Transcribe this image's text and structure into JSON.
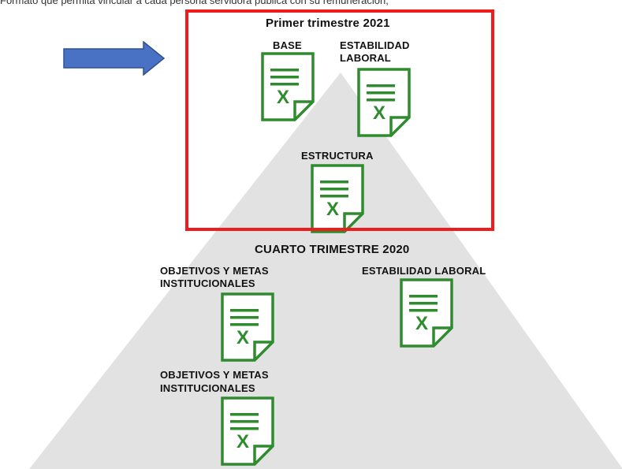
{
  "header": {
    "intro_text": "Formato que permita vincular a cada persona servidora pública con su remuneración,"
  },
  "section_2021": {
    "title": "Primer trimestre 2021",
    "files": [
      {
        "label": "BASE",
        "icon": "excel-file-icon"
      },
      {
        "label_line1": "ESTABILIDAD",
        "label_line2": "LABORAL",
        "icon": "excel-file-icon"
      },
      {
        "label": "ESTRUCTURA",
        "icon": "excel-file-icon"
      }
    ]
  },
  "section_2020": {
    "title": "CUARTO TRIMESTRE 2020",
    "files": [
      {
        "label_line1": "OBJETIVOS Y METAS",
        "label_line2": "INSTITUCIONALES",
        "icon": "excel-file-icon"
      },
      {
        "label": "ESTABILIDAD LABORAL",
        "icon": "excel-file-icon"
      },
      {
        "label_line1": "OBJETIVOS Y METAS",
        "label_line2": "INSTITUCIONALES",
        "icon": "excel-file-icon"
      }
    ]
  },
  "colors": {
    "highlight_border": "#ee1c1c",
    "icon_green": "#2e8b2e",
    "arrow_blue": "#4a72c4",
    "pyramid_gray": "#e2e2e2"
  }
}
